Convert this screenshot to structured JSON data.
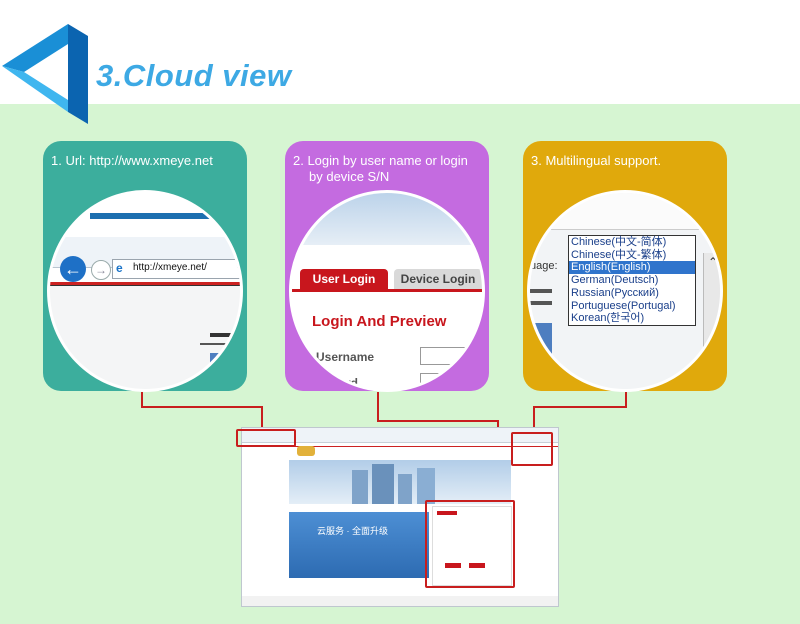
{
  "heading": "3.Cloud view",
  "colors": {
    "heading": "#3da9e4",
    "card1": "#3cae9d",
    "card2": "#c46be0",
    "card3": "#e0a90c",
    "connector": "#c81e1e",
    "background": "#d6f5d2"
  },
  "cards": [
    {
      "caption": "1. Url: http://www.xmeye.net"
    },
    {
      "caption_line1": "2. Login by user name or login",
      "caption_line2": "by device S/N"
    },
    {
      "caption": "3. Multilingual support."
    }
  ],
  "browser": {
    "url": "http://xmeye.net/"
  },
  "login": {
    "tab_user": "User Login",
    "tab_device": "Device Login",
    "title": "Login And Preview",
    "username_label": "Username",
    "password_label": "ssword"
  },
  "language": {
    "label": "uage:",
    "options": [
      "Chinese(中文-简体)",
      "Chinese(中文-繁体)",
      "English(English)",
      "German(Deutsch)",
      "Russian(Русский)",
      "Portuguese(Portugal)",
      "Korean(한국어)"
    ],
    "selected_index": 2
  },
  "screenshot": {
    "banner_text": "云服务 · 全面升级"
  }
}
